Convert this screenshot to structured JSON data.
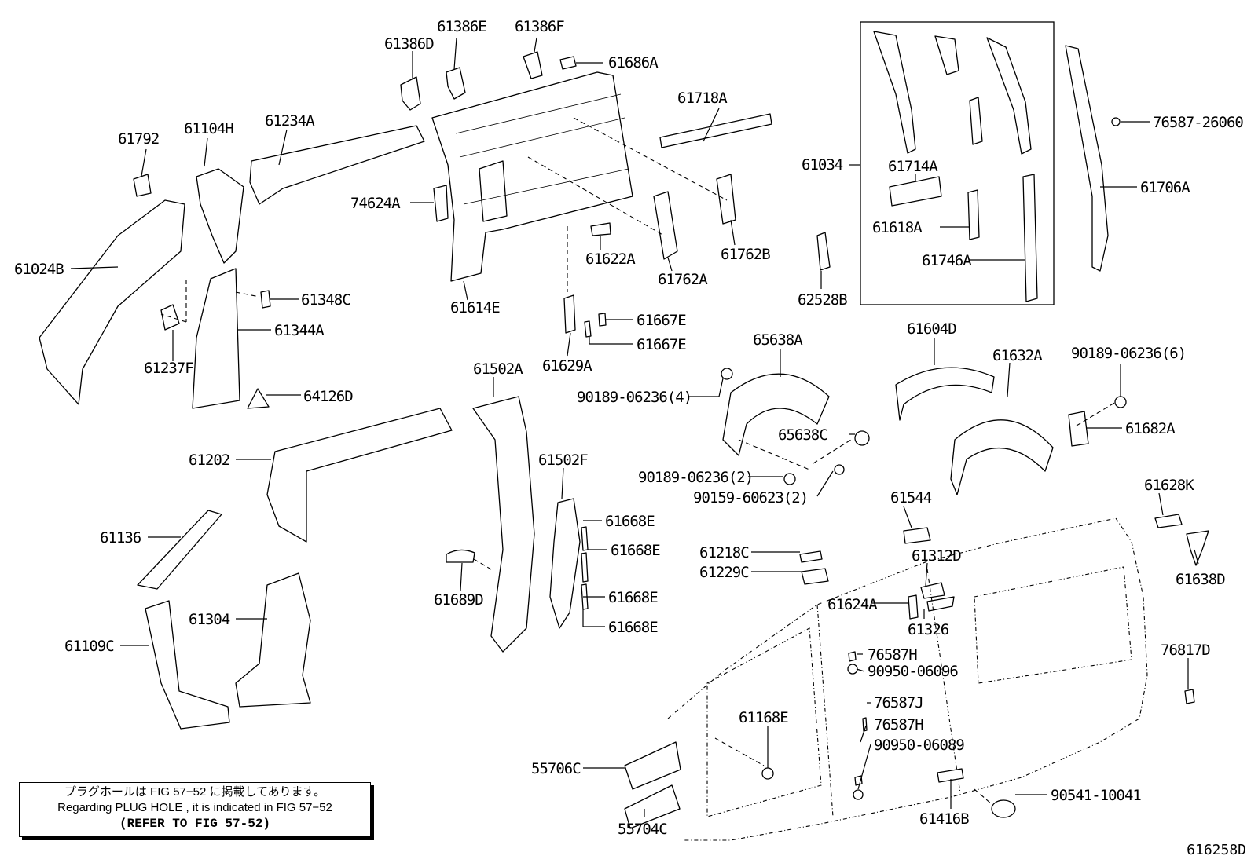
{
  "labels": {
    "p61386D": "61386D",
    "p61386E": "61386E",
    "p61386F": "61386F",
    "p61686A": "61686A",
    "p61718A": "61718A",
    "p61792": "61792",
    "p61104H": "61104H",
    "p61234A": "61234A",
    "p74624A": "74624A",
    "p61024B": "61024B",
    "p61348C": "61348C",
    "p61344A": "61344A",
    "p61237F": "61237F",
    "p64126D": "64126D",
    "p61614E": "61614E",
    "p61622A": "61622A",
    "p61762A": "61762A",
    "p61762B": "61762B",
    "p61667E_1": "61667E",
    "p61667E_2": "61667E",
    "p61629A": "61629A",
    "p61034": "61034",
    "p61714A": "61714A",
    "p61618A": "61618A",
    "p61746A": "61746A",
    "p62528B": "62528B",
    "p76587_26060": "76587-26060",
    "p61706A": "61706A",
    "p65638A": "65638A",
    "p90189_06236_4": "90189-06236(4)",
    "p65638C": "65638C",
    "p90189_06236_2": "90189-06236(2)",
    "p90159_60623_2": "90159-60623(2)",
    "p61604D": "61604D",
    "p61632A": "61632A",
    "p90189_06236_6": "90189-06236(6)",
    "p61682A": "61682A",
    "p61502A": "61502A",
    "p61202": "61202",
    "p61502F": "61502F",
    "p61668E_1": "61668E",
    "p61668E_2": "61668E",
    "p61668E_3": "61668E",
    "p61668E_4": "61668E",
    "p61136": "61136",
    "p61689D": "61689D",
    "p61304": "61304",
    "p61109C": "61109C",
    "p61544": "61544",
    "p61628K": "61628K",
    "p61638D": "61638D",
    "p61218C": "61218C",
    "p61229C": "61229C",
    "p61312D": "61312D",
    "p61624A": "61624A",
    "p61326": "61326",
    "p76817D": "76817D",
    "p76587H_1": "76587H",
    "p90950_06096": "90950-06096",
    "p76587J": "76587J",
    "p61168E": "61168E",
    "p76587H_2": "76587H",
    "p90950_06089": "90950-06089",
    "p55706C": "55706C",
    "p55704C": "55704C",
    "p61416B": "61416B",
    "p90541_10041": "90541-10041"
  },
  "note": {
    "line1": "プラグホールは FIG 57−52 に掲載してあります。",
    "line2": "Regarding PLUG HOLE , it is indicated in FIG 57−52",
    "line3": "(REFER TO FIG 57-52)"
  },
  "figure_id": "616258D"
}
